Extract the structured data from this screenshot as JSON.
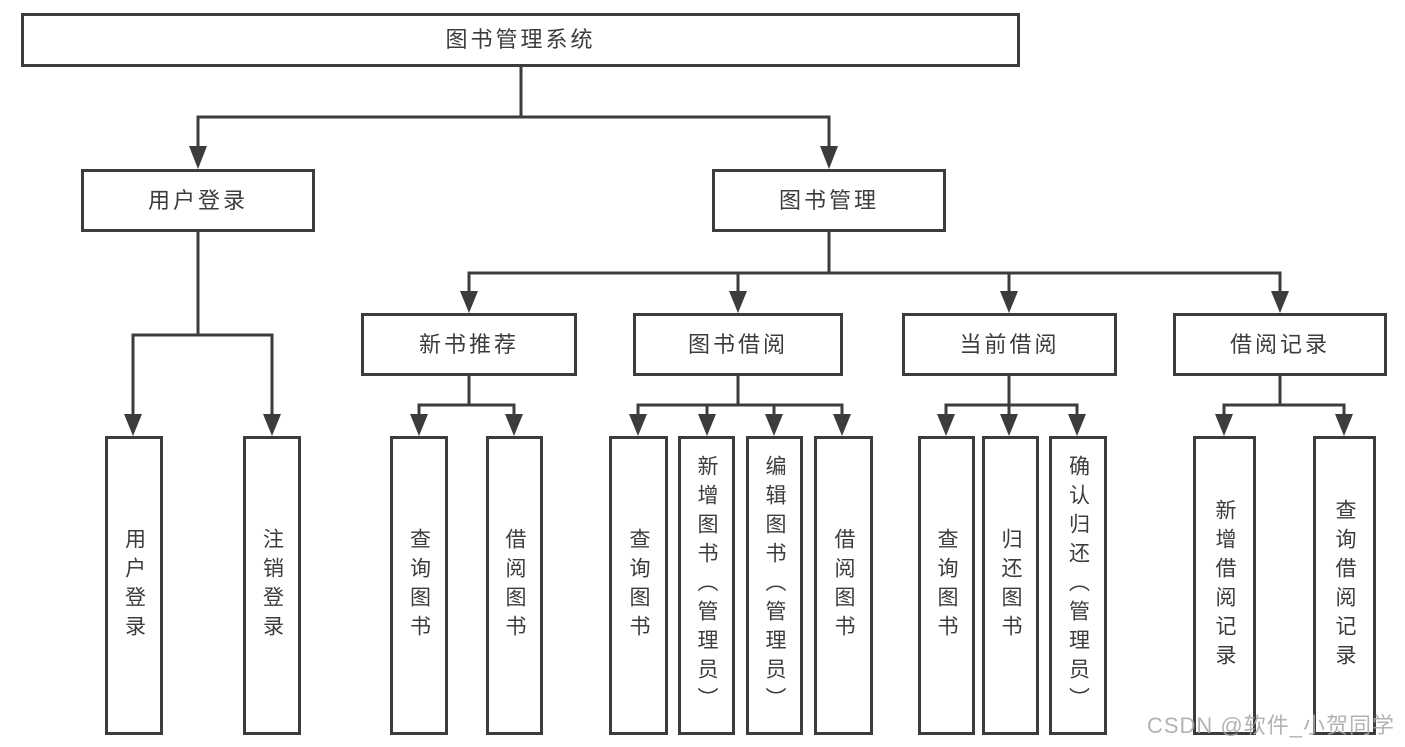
{
  "diagram": {
    "type": "hierarchy-tree",
    "colors": {
      "line": "#3c3c3c",
      "box_border": "#3c3c3c",
      "box_background": "#ffffff",
      "text": "#3c3c3c",
      "watermark": "#a8a8a8",
      "page_background": "#ffffff"
    },
    "watermark": "CSDN @软件_小贺同学",
    "tree": {
      "label": "图书管理系统",
      "children": [
        {
          "label": "用户登录",
          "children": [
            {
              "label": "用户登录"
            },
            {
              "label": "注销登录"
            }
          ]
        },
        {
          "label": "图书管理",
          "children": [
            {
              "label": "新书推荐",
              "children": [
                {
                  "label": "查询图书"
                },
                {
                  "label": "借阅图书"
                }
              ]
            },
            {
              "label": "图书借阅",
              "children": [
                {
                  "label": "查询图书"
                },
                {
                  "label": "新增图书（管理员）"
                },
                {
                  "label": "编辑图书（管理员）"
                },
                {
                  "label": "借阅图书"
                }
              ]
            },
            {
              "label": "当前借阅",
              "children": [
                {
                  "label": "查询图书"
                },
                {
                  "label": "归还图书"
                },
                {
                  "label": "确认归还（管理员）"
                }
              ]
            },
            {
              "label": "借阅记录",
              "children": [
                {
                  "label": "新增借阅记录"
                },
                {
                  "label": "查询借阅记录"
                }
              ]
            }
          ]
        }
      ]
    }
  }
}
